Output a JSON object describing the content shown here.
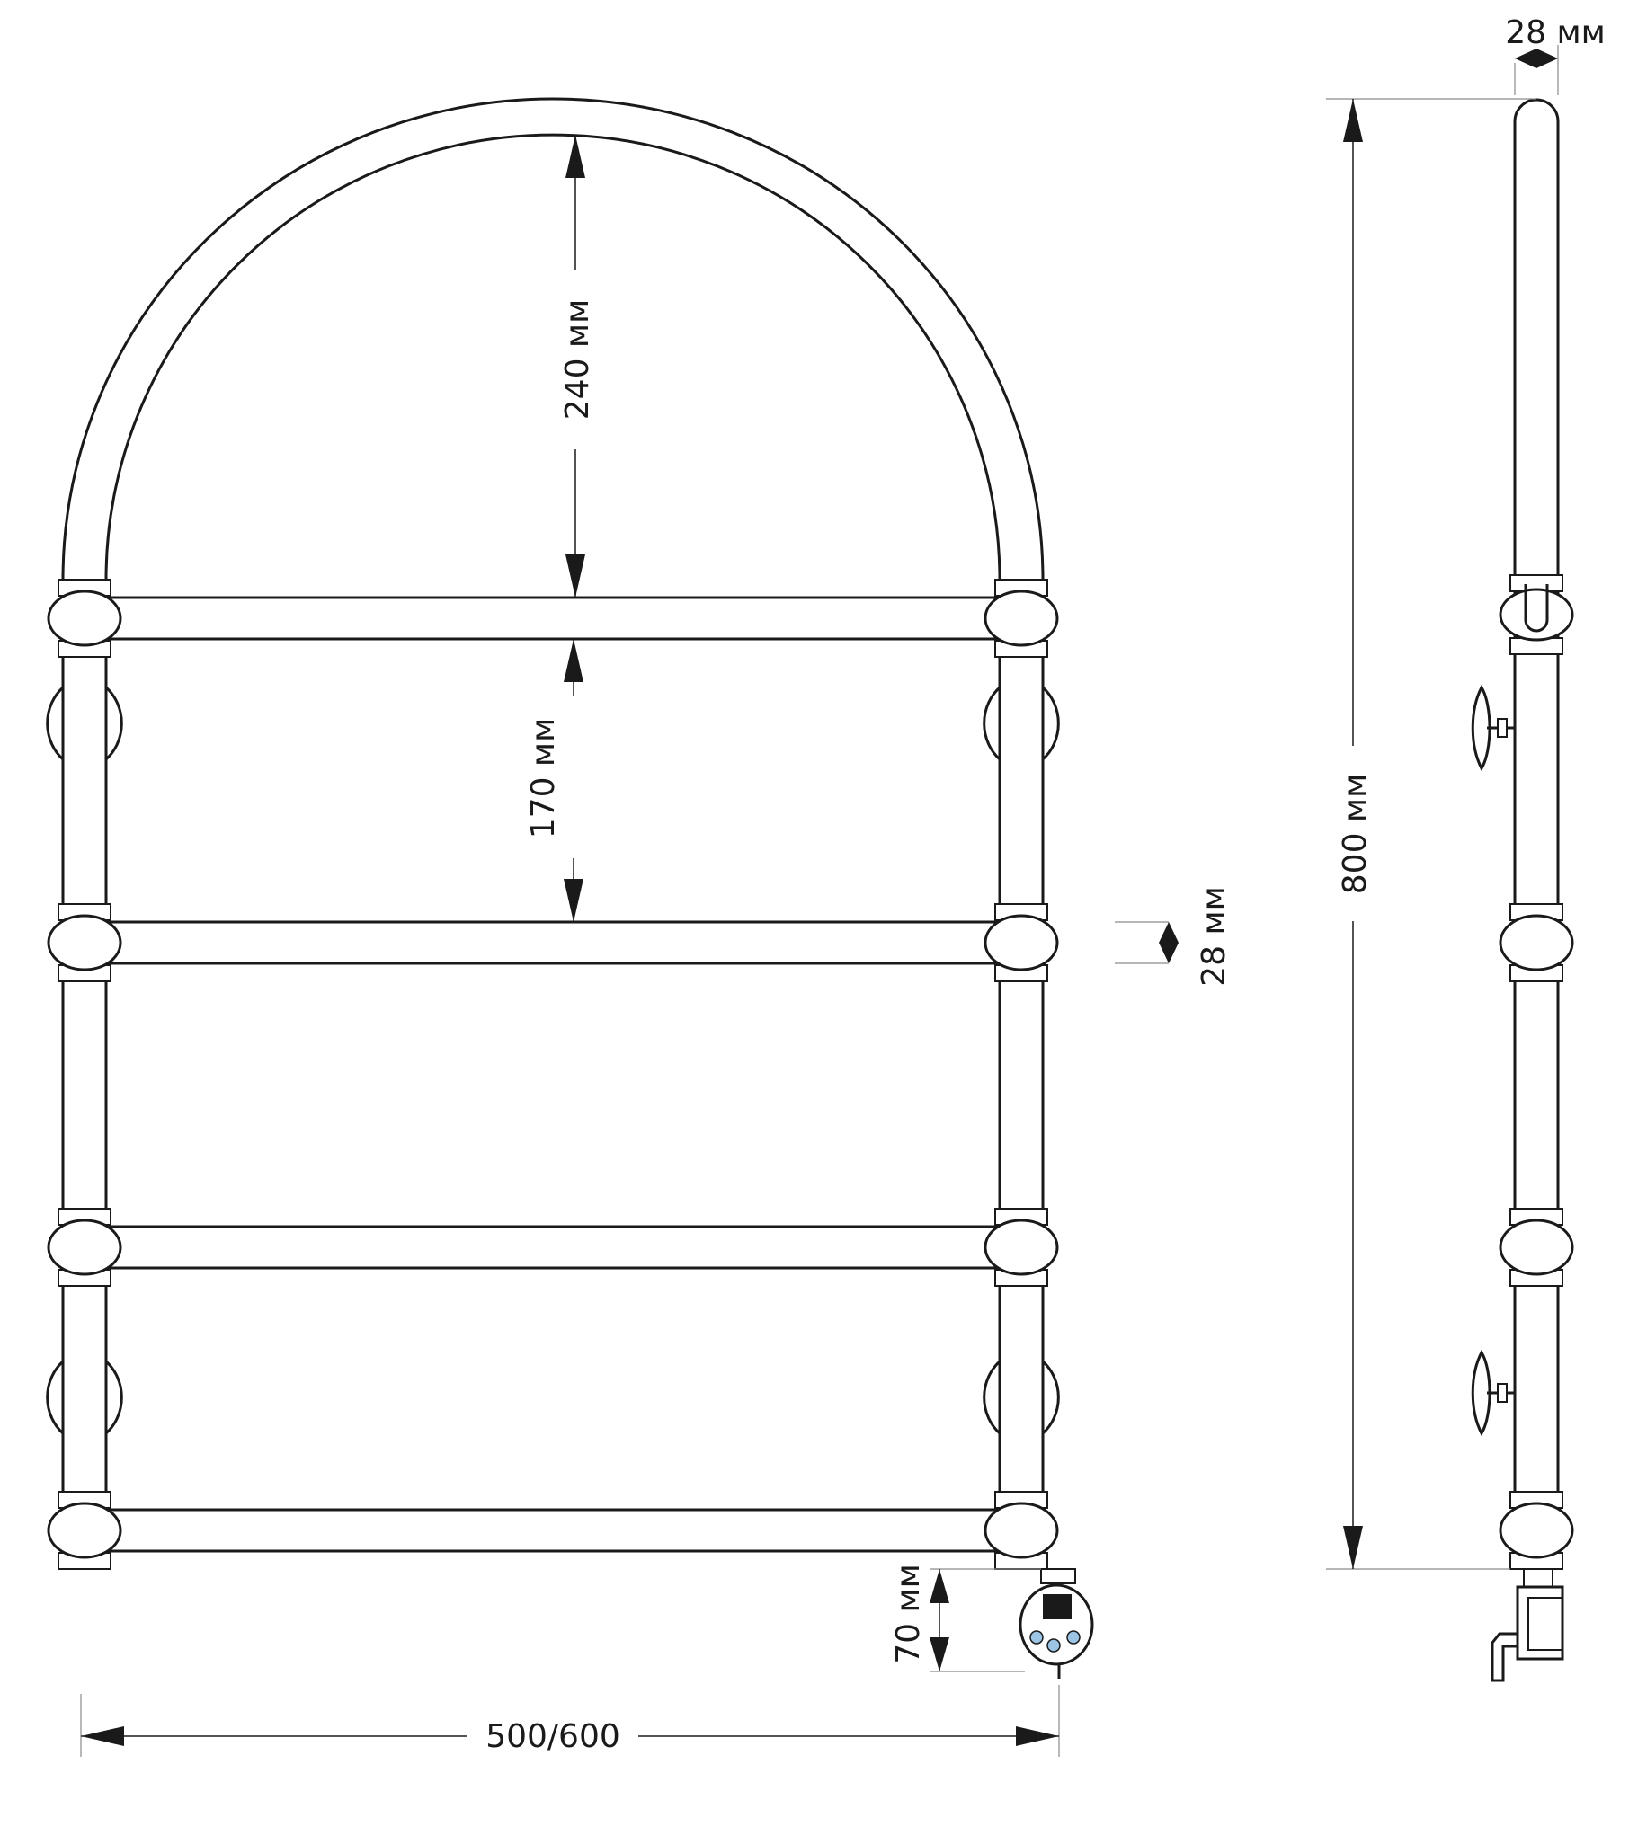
{
  "dimensions": {
    "arc_height": "240 мм",
    "rung_spacing": "170 мм",
    "tube_diameter_front": "28 мм",
    "tube_diameter_side": "28 мм",
    "total_height": "800 мм",
    "heater_offset": "70 мм",
    "width": "500/600"
  },
  "colors": {
    "line": "#1a1a1a",
    "extension_line": "#8a8a8a",
    "heater_display": "#1a1a1a",
    "heater_buttons": "#9cc4e4"
  }
}
